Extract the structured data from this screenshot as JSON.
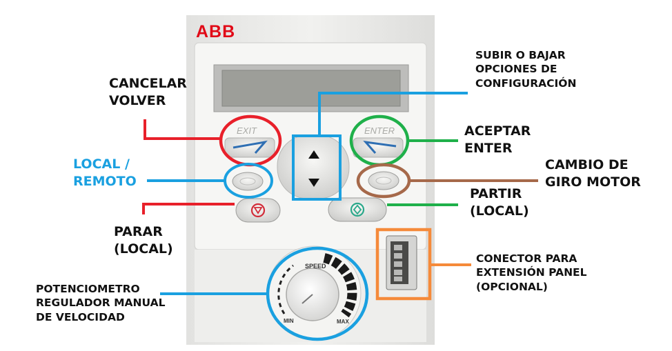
{
  "panel": {
    "brand": "ABB",
    "exit_key_text": "EXIT",
    "enter_key_text": "ENTER",
    "speed_dial": {
      "speed": "SPEED",
      "min": "MIN",
      "max": "MAX"
    }
  },
  "callouts": {
    "subir": [
      "SUBIR O BAJAR",
      "OPCIONES DE",
      "CONFIGURACIÓN"
    ],
    "cancelar": [
      "CANCELAR",
      "VOLVER"
    ],
    "aceptar": [
      "ACEPTAR",
      "ENTER"
    ],
    "local_remoto": [
      "LOCAL /",
      "REMOTO"
    ],
    "cambio_giro": [
      "CAMBIO DE",
      "GIRO MOTOR"
    ],
    "partir": [
      "PARTIR",
      "(LOCAL)"
    ],
    "parar": [
      "PARAR",
      "(LOCAL)"
    ],
    "conector": [
      "CONECTOR PARA",
      "EXTENSIÓN PANEL",
      "(OPCIONAL)"
    ],
    "potenciometro": [
      "POTENCIOMETRO",
      "REGULADOR MANUAL",
      "DE VELOCIDAD"
    ]
  },
  "colors": {
    "red": "#e8202a",
    "blue": "#1aa0e0",
    "green": "#1fb04a",
    "brown": "#a6694a",
    "orange": "#f58a3a",
    "panel": "#efefed",
    "label_text": "#111111"
  }
}
